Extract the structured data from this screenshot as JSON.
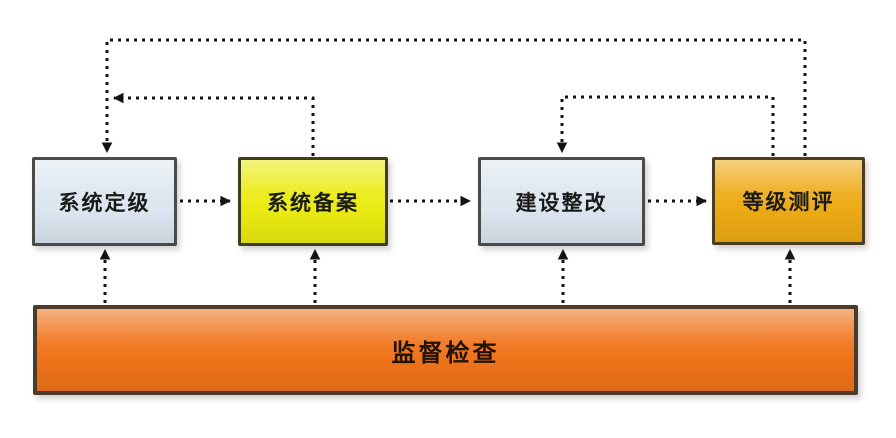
{
  "canvas": {
    "background": "#ffffff",
    "edge_color": "#141414",
    "edge_style": "dashed"
  },
  "nodes": [
    {
      "id": "system-grading",
      "label": "系统定级",
      "fill": "#dce6f0",
      "border": "#4a4a4a",
      "text_color": "#1a1a1a"
    },
    {
      "id": "system-filing",
      "label": "系统备案",
      "fill": "#eaeb11",
      "border": "#3f3f20",
      "text_color": "#1a1a1a"
    },
    {
      "id": "construction-rectify",
      "label": "建设整改",
      "fill": "#dce6f0",
      "border": "#4a4a4a",
      "text_color": "#1a1a1a"
    },
    {
      "id": "level-evaluation",
      "label": "等级测评",
      "fill": "#edaa15",
      "border": "#4c3d22",
      "text_color": "#1a1a1a"
    },
    {
      "id": "supervision-inspection",
      "label": "监督检查",
      "fill": "#f0731a",
      "border": "#4a3b2b",
      "text_color": "#221204"
    }
  ],
  "edges": [
    {
      "from": "系统定级",
      "to": "系统备案",
      "type": "forward-flow"
    },
    {
      "from": "系统备案",
      "to": "建设整改",
      "type": "forward-flow"
    },
    {
      "from": "建设整改",
      "to": "等级测评",
      "type": "forward-flow"
    },
    {
      "from": "等级测评",
      "to": "系统定级",
      "type": "feedback-loop-top"
    },
    {
      "from": "等级测评",
      "to": "建设整改",
      "type": "feedback-loop"
    },
    {
      "from": "系统备案",
      "to": "系统定级",
      "type": "feedback-loop"
    },
    {
      "from": "监督检查",
      "to": "系统定级",
      "type": "supervision"
    },
    {
      "from": "监督检查",
      "to": "系统备案",
      "type": "supervision"
    },
    {
      "from": "监督检查",
      "to": "建设整改",
      "type": "supervision"
    },
    {
      "from": "监督检查",
      "to": "等级测评",
      "type": "supervision"
    }
  ]
}
